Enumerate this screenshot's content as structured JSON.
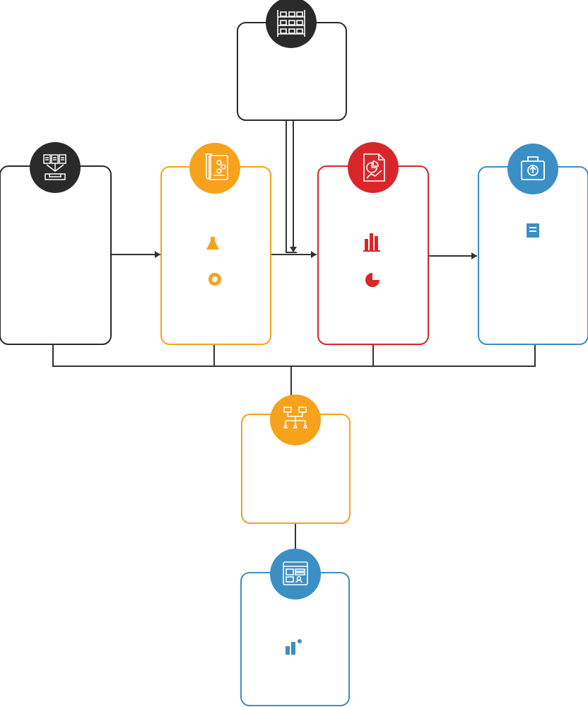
{
  "colors": {
    "dark": "#2a2a2a",
    "orange": "#f7a21b",
    "red": "#d9262b",
    "blue": "#3b8fc4",
    "connector": "#333333",
    "background": "#ffffff"
  },
  "nodes": [
    {
      "id": "storage",
      "color": "dark",
      "icon": "warehouse-rack-icon",
      "title": [],
      "items": []
    },
    {
      "id": "source",
      "color": "dark",
      "icon": "documents-inbox-icon",
      "title": [],
      "items": []
    },
    {
      "id": "testing",
      "color": "orange",
      "icon": "test-tube-report-icon",
      "title": [],
      "items": [
        "flask-icon",
        "lab-icon"
      ]
    },
    {
      "id": "analysis",
      "color": "red",
      "icon": "analytics-report-icon",
      "title": [],
      "items": [
        "bar-chart-icon",
        "pie-chart-icon"
      ]
    },
    {
      "id": "export",
      "color": "blue",
      "icon": "upload-bag-icon",
      "title": [],
      "items": [
        "export-icon"
      ]
    },
    {
      "id": "workflow",
      "color": "orange",
      "icon": "workflow-network-icon",
      "title": [],
      "items": []
    },
    {
      "id": "dashboard",
      "color": "blue",
      "icon": "dashboard-window-icon",
      "title": [],
      "items": [
        "share-icon"
      ]
    }
  ]
}
